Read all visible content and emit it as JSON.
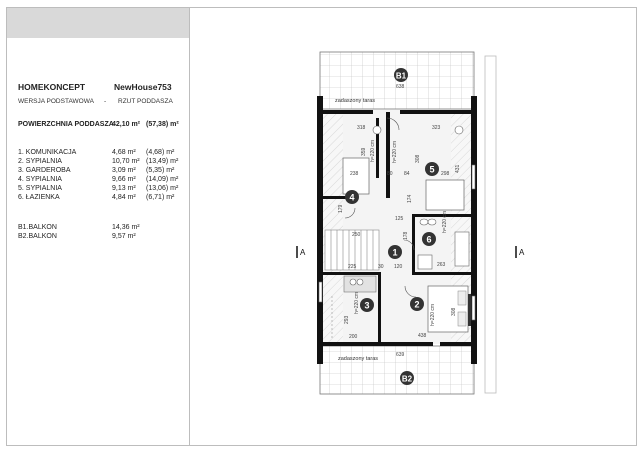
{
  "header": {
    "brand": "HOMEKONCEPT",
    "model": "NewHouse753"
  },
  "subtitle": {
    "version": "WERSJA PODSTAWOWA",
    "sep": "-",
    "floor": "RZUT PODDASZA"
  },
  "area": {
    "label": "POWIERZCHNIA PODDASZA",
    "value": "42,10 m²",
    "gross": "(57,38) m²"
  },
  "rooms": [
    {
      "name": "1.  KOMUNIKACJA",
      "area": "4,68 m²",
      "gross": "(4,68) m²"
    },
    {
      "name": "2.  SYPIALNIA",
      "area": "10,70 m²",
      "gross": "(13,49) m²"
    },
    {
      "name": "3.  GARDEROBA",
      "area": "3,09 m²",
      "gross": "(5,35) m²"
    },
    {
      "name": "4.  SYPIALNIA",
      "area": "9,66 m²",
      "gross": "(14,09) m²"
    },
    {
      "name": "5.  SYPIALNIA",
      "area": "9,13 m²",
      "gross": "(13,06) m²"
    },
    {
      "name": "6.  ŁAZIENKA",
      "area": "4,84 m²",
      "gross": "(6,71) m²"
    }
  ],
  "balconies": [
    {
      "name": "B1.BALKON",
      "area": "14,36 m²"
    },
    {
      "name": "B2.BALKON",
      "area": "9,57 m²"
    }
  ],
  "plan": {
    "room_numbers": [
      "1",
      "2",
      "3",
      "4",
      "5",
      "6"
    ],
    "balcony_labels": [
      "B1",
      "B2"
    ],
    "terrace_label": "zadaszony taras",
    "section_label": "A",
    "dims": {
      "d638": "638",
      "d318": "318",
      "d323": "323",
      "d359": "359",
      "d238": "238",
      "d80": "80",
      "d84": "84",
      "d298": "298",
      "d431": "431",
      "d179": "179",
      "d125": "125",
      "d174": "174",
      "d250": "250",
      "d225": "225",
      "d30": "30",
      "d120": "120",
      "d178": "178",
      "d263": "263",
      "d438": "438",
      "d200": "200",
      "d308": "308",
      "d293": "293",
      "d639": "639",
      "h220": "h=220 cm"
    }
  }
}
